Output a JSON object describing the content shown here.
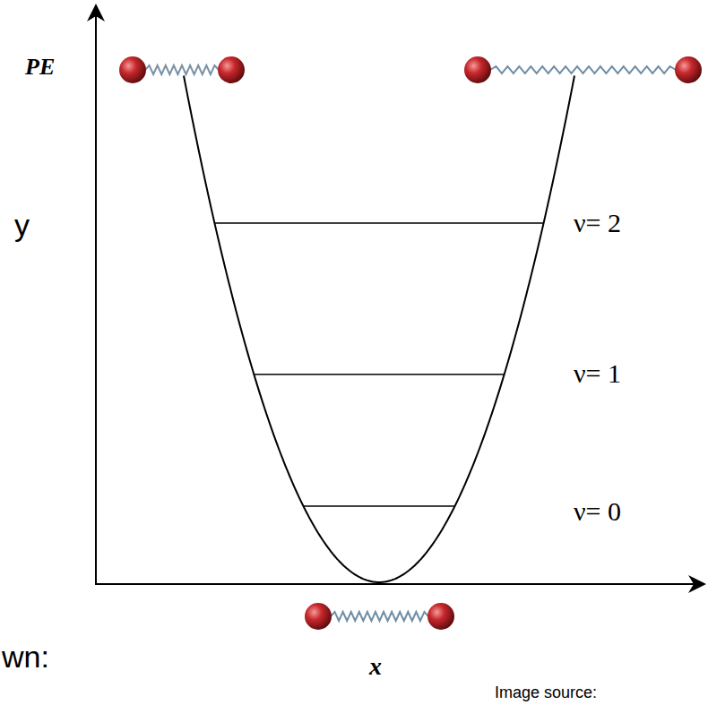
{
  "diagram": {
    "labels": [
      "PE",
      "ν= 2",
      "ν= 1",
      "ν= 0",
      "x",
      "y",
      "wn:",
      "Image source:"
    ]
  }
}
